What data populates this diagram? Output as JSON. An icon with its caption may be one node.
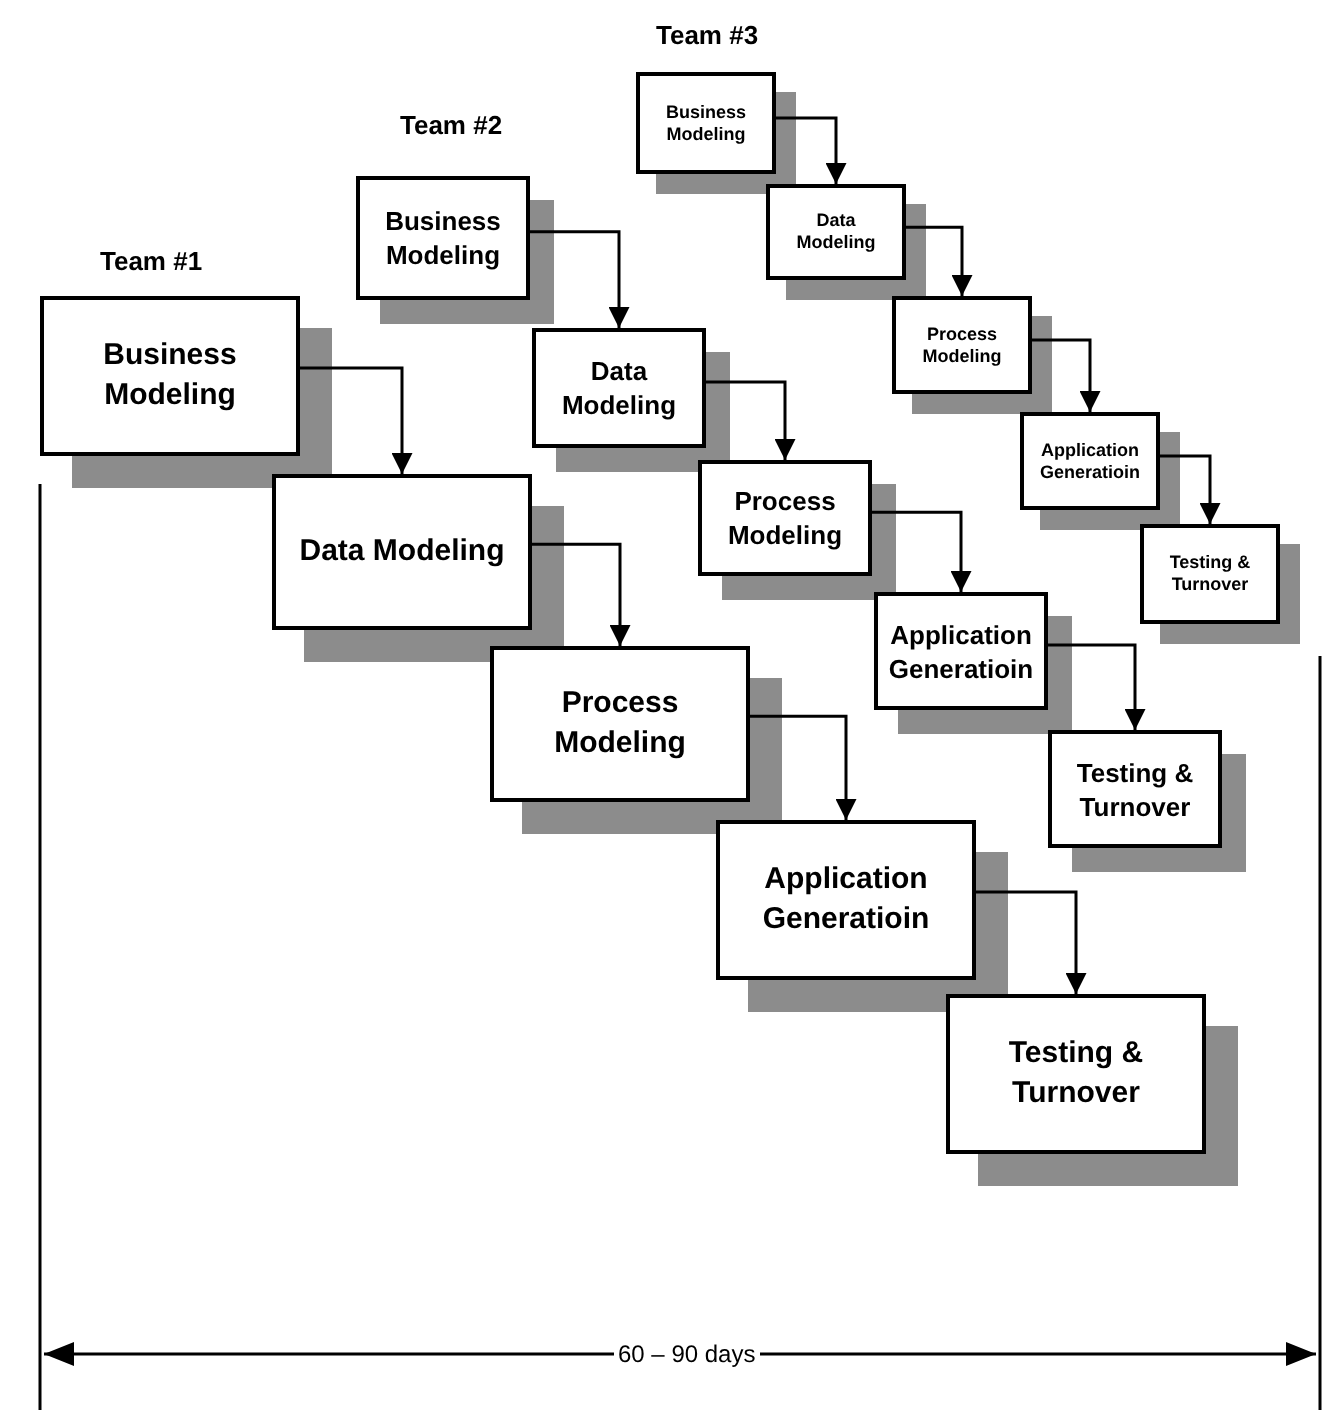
{
  "diagram": {
    "nodes": [
      {
        "text": [
          "Business Modeling"
        ]
      },
      {
        "text": [
          "Data Modeling"
        ]
      },
      {
        "text": [
          "Process Modeling"
        ]
      },
      {
        "text": [
          "Application Generatioin"
        ]
      },
      {
        "text": [
          "Testing & Turnover"
        ]
      },
      {
        "text": [
          "Business Modeling"
        ]
      },
      {
        "text": [
          "Data Modeling"
        ]
      },
      {
        "text": [
          "Process Modeling"
        ]
      },
      {
        "text": [
          "Application Generatioin"
        ]
      },
      {
        "text": [
          "Testing & Turnover"
        ]
      },
      {
        "text": [
          "Business Modeling"
        ]
      },
      {
        "text": [
          "Data Modeling"
        ]
      },
      {
        "text": [
          "Process Modeling"
        ]
      },
      {
        "text": [
          "Application Generatioin"
        ]
      },
      {
        "text": [
          "Testing & Turnover"
        ]
      }
    ],
    "edges": [
      {
        "from": 0,
        "to": 1,
        "arrow": "to"
      },
      {
        "from": 1,
        "to": 2,
        "arrow": "to"
      },
      {
        "from": 2,
        "to": 3,
        "arrow": "to"
      },
      {
        "from": 3,
        "to": 4,
        "arrow": "to"
      },
      {
        "from": 5,
        "to": 6,
        "arrow": "to"
      },
      {
        "from": 6,
        "to": 7,
        "arrow": "to"
      },
      {
        "from": 7,
        "to": 8,
        "arrow": "to"
      },
      {
        "from": 8,
        "to": 9,
        "arrow": "to"
      },
      {
        "from": 10,
        "to": 11,
        "arrow": "to"
      },
      {
        "from": 11,
        "to": 12,
        "arrow": "to"
      },
      {
        "from": 12,
        "to": 13,
        "arrow": "to"
      },
      {
        "from": 13,
        "to": 14,
        "arrow": "to"
      }
    ],
    "labels": [
      "Team #3",
      "Team #2",
      "Team #1",
      "60 – 90 days"
    ]
  }
}
